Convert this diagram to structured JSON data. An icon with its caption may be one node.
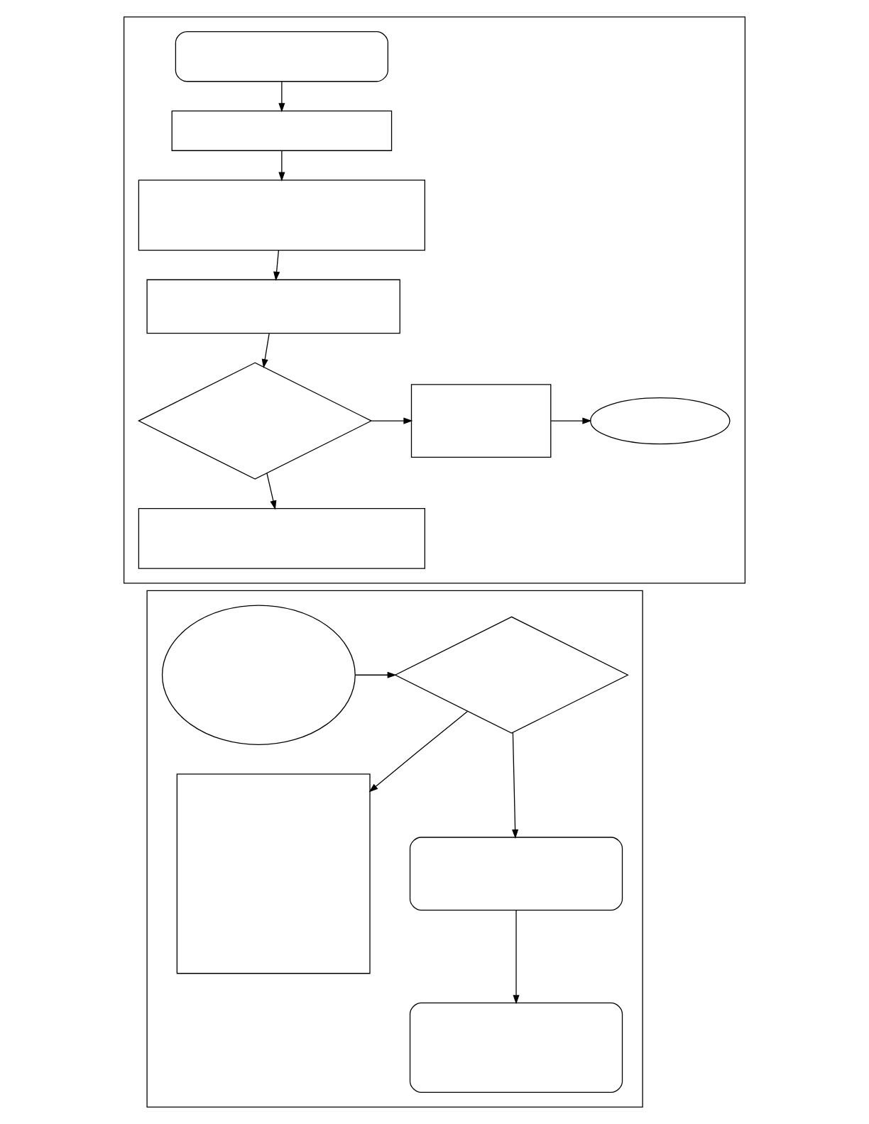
{
  "diagram": {
    "nodes": [
      {
        "text": [],
        "shape": "box"
      },
      {
        "text": [],
        "shape": "capsule",
        "in": 0
      },
      {
        "text": [],
        "shape": "box",
        "in": 0
      },
      {
        "text": [],
        "shape": "box",
        "in": 0
      },
      {
        "text": [],
        "shape": "box",
        "in": 0
      },
      {
        "text": [],
        "shape": "diamond",
        "in": 0
      },
      {
        "text": [],
        "shape": "box",
        "in": 0
      },
      {
        "text": [],
        "shape": "ellipse",
        "in": 0
      },
      {
        "text": [],
        "shape": "box",
        "in": 0
      },
      {
        "text": [],
        "shape": "box"
      },
      {
        "text": [],
        "shape": "ellipse",
        "in": 9
      },
      {
        "text": [],
        "shape": "diamond",
        "in": 9
      },
      {
        "text": [],
        "shape": "box",
        "in": 9
      },
      {
        "text": [],
        "shape": "capsule",
        "in": 9
      },
      {
        "text": [],
        "shape": "capsule",
        "in": 9
      }
    ],
    "edges": [
      {
        "from": 1,
        "to": 2,
        "arrow": "to"
      },
      {
        "from": 2,
        "to": 3,
        "arrow": "to"
      },
      {
        "from": 3,
        "to": 4,
        "arrow": "to"
      },
      {
        "from": 4,
        "to": 5,
        "arrow": "to"
      },
      {
        "from": 5,
        "to": 6,
        "arrow": "to"
      },
      {
        "from": 6,
        "to": 7,
        "arrow": "to"
      },
      {
        "from": 5,
        "to": 8,
        "arrow": "to"
      },
      {
        "from": 10,
        "to": 11,
        "arrow": "to"
      },
      {
        "from": 11,
        "to": 12,
        "arrow": "to"
      },
      {
        "from": 11,
        "to": 13,
        "arrow": "to"
      },
      {
        "from": 13,
        "to": 14,
        "arrow": "to"
      }
    ]
  }
}
